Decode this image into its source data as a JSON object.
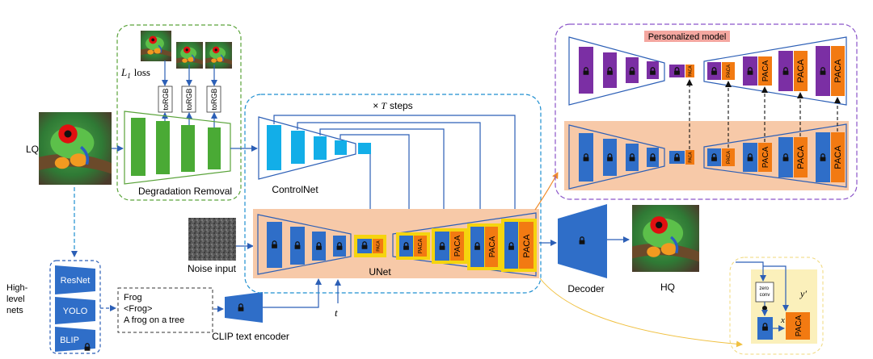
{
  "labels": {
    "lq": "LQ",
    "l1_loss_symbol": "L",
    "l1_loss_sub": "1",
    "l1_loss_word": "loss",
    "torgb": "toRGB",
    "degradation_removal": "Degradation Removal",
    "steps_prefix": "×",
    "steps_var": "T",
    "steps_suffix": "steps",
    "controlnet": "ControlNet",
    "unet": "UNet",
    "noise_input": "Noise input",
    "t_var": "t",
    "clip_text_encoder": "CLIP text encoder",
    "high_level_nets": [
      "High-",
      "level",
      "nets"
    ],
    "decoder": "Decoder",
    "hq": "HQ",
    "personalized_model": "Personalized model",
    "paca": "PACA",
    "zero_conv": [
      "zero",
      "conv"
    ],
    "x_prime": "x′",
    "y_prime": "y′"
  },
  "nets": [
    "ResNet",
    "YOLO",
    "BLIP"
  ],
  "prompt_lines": [
    "Frog",
    "<Frog>",
    "A frog on a tree"
  ],
  "colors": {
    "green_block": "#4aaa35",
    "green_border": "#5aa33a",
    "cyan_block": "#12aee8",
    "blue_block": "#2f6ec8",
    "blue_line": "#2c5fb6",
    "dash_blue": "#1f8fd0",
    "purple_block": "#7b2fa4",
    "purple_border": "#8b55c9",
    "orange_block": "#f27a12",
    "yellow_block": "#f5d40f",
    "salmon_bg": "#f7c9a8",
    "pink_label": "#f4a7a0",
    "light_yellow": "#fbf0bb",
    "orange_curve": "#f08a28"
  }
}
